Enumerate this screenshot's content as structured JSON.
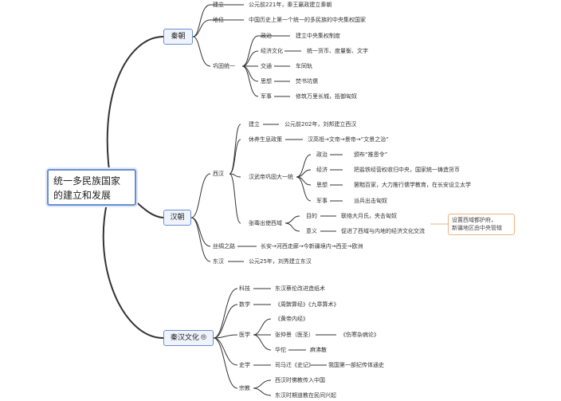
{
  "root": {
    "line1": "统一多民族国家",
    "line2": "的建立和发展"
  },
  "qin": {
    "label": "秦朝",
    "jianli": {
      "label": "建立",
      "text": "公元前221年，秦王嬴政建立秦朝"
    },
    "diwei": {
      "label": "地位",
      "text": "中国历史上第一个统一的多民族的中央集权国家"
    },
    "gonggu": {
      "label": "巩固统一",
      "items": [
        {
          "label": "政治",
          "text": "建立中央集权制度"
        },
        {
          "label": "经济文化",
          "text": "统一货币、度量衡、文字"
        },
        {
          "label": "交通",
          "text": "车同轨"
        },
        {
          "label": "思想",
          "text": "焚书坑儒"
        },
        {
          "label": "军事",
          "text": "修筑万里长城，抵御匈奴"
        }
      ]
    }
  },
  "han": {
    "label": "汉朝",
    "xihan": {
      "label": "西汉",
      "jianli": {
        "label": "建立",
        "text": "公元前202年，刘邦建立西汉"
      },
      "xiuyang": {
        "label": "休养生息政策",
        "text": "汉高祖→文帝→景帝→“文景之治”"
      },
      "wudi": {
        "label": "汉武帝巩固大一统",
        "items": [
          {
            "label": "政治",
            "text": "颁布“推恩令”"
          },
          {
            "label": "经济",
            "text": "把盐铁经营权收归中央，国家统一铸造货币"
          },
          {
            "label": "思想",
            "text": "罢黜百家，大力推行儒学教育，在长安设立太学"
          },
          {
            "label": "军事",
            "text": "派兵出击匈奴"
          }
        ]
      },
      "zhangqian": {
        "label": "张骞出使西域",
        "items": [
          {
            "label": "目的",
            "text": "联络大月氏，夹击匈奴"
          },
          {
            "label": "意义",
            "text": "促进了西域与内地的经济文化交流"
          }
        ]
      }
    },
    "silu": {
      "label": "丝绸之路",
      "text": "长安→河西走廊→今新疆境内→西亚→欧洲"
    },
    "donghan": {
      "label": "东汉",
      "text": "公元25年，刘秀建立东汉"
    },
    "note": {
      "line1": "设置西域都护府，",
      "line2": "新疆地区由中央管辖"
    }
  },
  "culture": {
    "label": "秦汉文化",
    "link_icon": "link-icon",
    "keji": {
      "label": "科技",
      "text": "东汉蔡伦改进造纸术"
    },
    "shuxue": {
      "label": "数学",
      "text": "《周髀算经》《九章算术》"
    },
    "yixue": {
      "label": "医学",
      "huangdi": "《黄帝内经》",
      "zhang": {
        "label": "张仲景（医圣）",
        "text": "《伤寒杂病论》"
      },
      "hua": {
        "label": "华佗",
        "text": "麻沸散"
      }
    },
    "shixue": {
      "label": "史学",
      "person": "司马迁《史记》",
      "text": "我国第一部纪传体通史"
    },
    "zongjiao": {
      "label": "宗教",
      "items": [
        "西汉时佛教传入中国",
        "东汉时期道教在民间兴起"
      ]
    }
  },
  "colors": {
    "line": "#333333",
    "branch_border": "#6a8fd0",
    "note_border": "#ecb283"
  }
}
